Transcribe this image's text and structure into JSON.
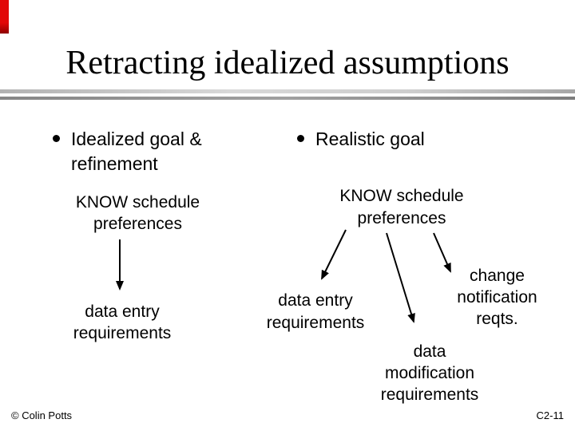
{
  "slide": {
    "title": "Retracting idealized assumptions",
    "accent_color": "#e20808",
    "footer": {
      "copyright": "© Colin Potts",
      "slide_number": "C2-11"
    }
  },
  "bullets": {
    "left": "Idealized goal & refinement",
    "right": "Realistic goal"
  },
  "diagram": {
    "left": {
      "root": "KNOW schedule preferences",
      "child_entry": "data entry requirements"
    },
    "right": {
      "root": "KNOW schedule preferences",
      "child_entry": "data entry requirements",
      "child_modification": "data modification requirements",
      "child_change": "change notification reqts."
    }
  }
}
